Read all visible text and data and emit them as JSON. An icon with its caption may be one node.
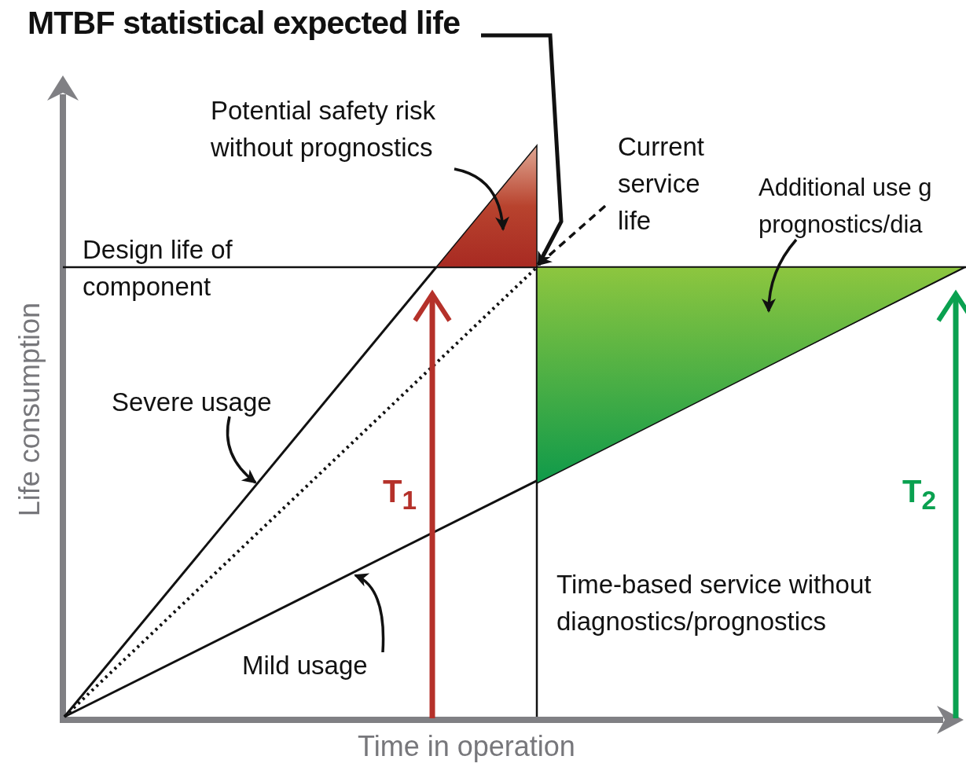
{
  "diagram": {
    "nodes": [
      {
        "text": [
          "MTBF statistical expected life"
        ]
      },
      {
        "text": [
          "Potential safety risk without prognostics"
        ]
      },
      {
        "text": [],
        "shape": "triangle"
      },
      {
        "text": [
          "Current service life"
        ]
      },
      {
        "text": [
          "Additional use g prognostics/dia"
        ]
      },
      {
        "text": [],
        "shape": "triangle"
      },
      {
        "text": [
          "Severe usage"
        ]
      },
      {
        "text": [
          "Mild usage"
        ]
      }
    ],
    "edges": [
      {
        "from": 0,
        "to": 2,
        "arrow": "to"
      },
      {
        "from": 1,
        "to": 2,
        "arrow": "to"
      },
      {
        "from": 3,
        "to": 2,
        "arrow": "to",
        "style": "dashed"
      },
      {
        "from": 4,
        "to": 5,
        "arrow": "to"
      },
      {
        "from": 6,
        "to": null,
        "arrow": "to"
      },
      {
        "from": 7,
        "to": null,
        "arrow": "to"
      }
    ],
    "labels": [
      "Design life of component",
      "T$_{1}$",
      "T$_{2}$",
      "Time-based service without diagnostics/prognostics",
      "Life consumption",
      "Time in operation"
    ]
  }
}
